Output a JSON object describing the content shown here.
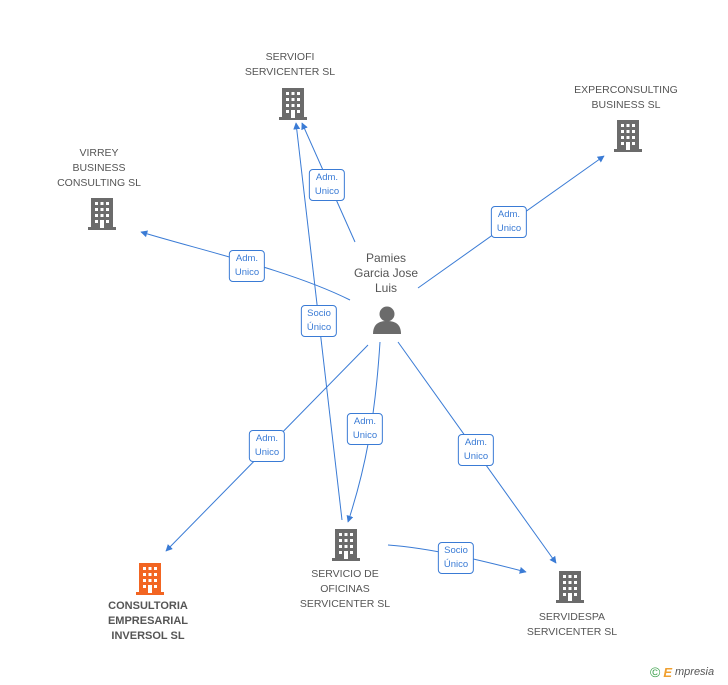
{
  "person": {
    "name": "Pamies\nGarcia Jose\nLuis"
  },
  "companies": [
    {
      "id": "serviofi",
      "label": "SERVIOFI\nSERVICENTER SL"
    },
    {
      "id": "experconsulting",
      "label": "EXPERCONSULTING\nBUSINESS  SL"
    },
    {
      "id": "virrey",
      "label": "VIRREY\nBUSINESS\nCONSULTING  SL"
    },
    {
      "id": "consultoria",
      "label": "CONSULTORIA\nEMPRESARIAL\nINVERSOL  SL"
    },
    {
      "id": "servicio",
      "label": "SERVICIO DE\nOFICINAS\nSERVICENTER SL"
    },
    {
      "id": "servidespa",
      "label": "SERVIDESPA\nSERVICENTER SL"
    }
  ],
  "edges": [
    {
      "id": "e1",
      "label": "Adm.\nUnico"
    },
    {
      "id": "e2",
      "label": "Adm.\nUnico"
    },
    {
      "id": "e3",
      "label": "Adm.\nUnico"
    },
    {
      "id": "e4",
      "label": "Socio\nÚnico"
    },
    {
      "id": "e5",
      "label": "Adm.\nUnico"
    },
    {
      "id": "e6",
      "label": "Adm.\nUnico"
    },
    {
      "id": "e7",
      "label": "Adm.\nUnico"
    },
    {
      "id": "e8",
      "label": "Socio\nÚnico"
    }
  ],
  "colors": {
    "edge": "#3a7bd5",
    "building": "#6b6b6b",
    "highlight": "#f26522",
    "person": "#6b6b6b"
  },
  "footer": {
    "copyright": "©",
    "brand_initial": "E",
    "brand_rest": "mpresia"
  }
}
